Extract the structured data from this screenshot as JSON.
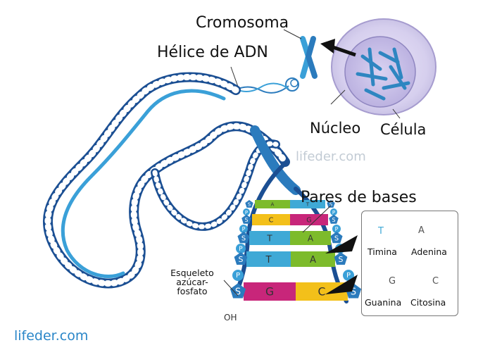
{
  "labels": {
    "cromosoma": "Cromosoma",
    "helice": "Hélice de ADN",
    "nucleo": "Núcleo",
    "celula": "Célula",
    "pares": "Pares de bases",
    "esqueleto": [
      "Esqueleto",
      "azúcar-",
      "fosfato"
    ],
    "oh": "OH"
  },
  "legend": {
    "timina": "Timina",
    "adenina": "Adenina",
    "guanina": "Guanina",
    "citosina": "Citosina",
    "letters": {
      "t": "T",
      "a": "A",
      "g": "G",
      "c": "C"
    }
  },
  "ladder": {
    "rows": [
      {
        "left": "A",
        "right": "T"
      },
      {
        "left": "C",
        "right": "G"
      },
      {
        "left": "T",
        "right": "A"
      },
      {
        "left": "T",
        "right": "A"
      },
      {
        "left": "G",
        "right": "C"
      }
    ],
    "sugar": "S",
    "phosphate": "P"
  },
  "watermark": {
    "top": "lifeder.com",
    "bottom": "lifeder.com"
  },
  "colors": {
    "helix_dark": "#1b4f93",
    "helix_light": "#3aa0d8",
    "thymine": "#3fa9d6",
    "adenine": "#7dbb2b",
    "guanine": "#c8267a",
    "cytosine": "#f3c01a",
    "watermark": "#2a86c8"
  }
}
